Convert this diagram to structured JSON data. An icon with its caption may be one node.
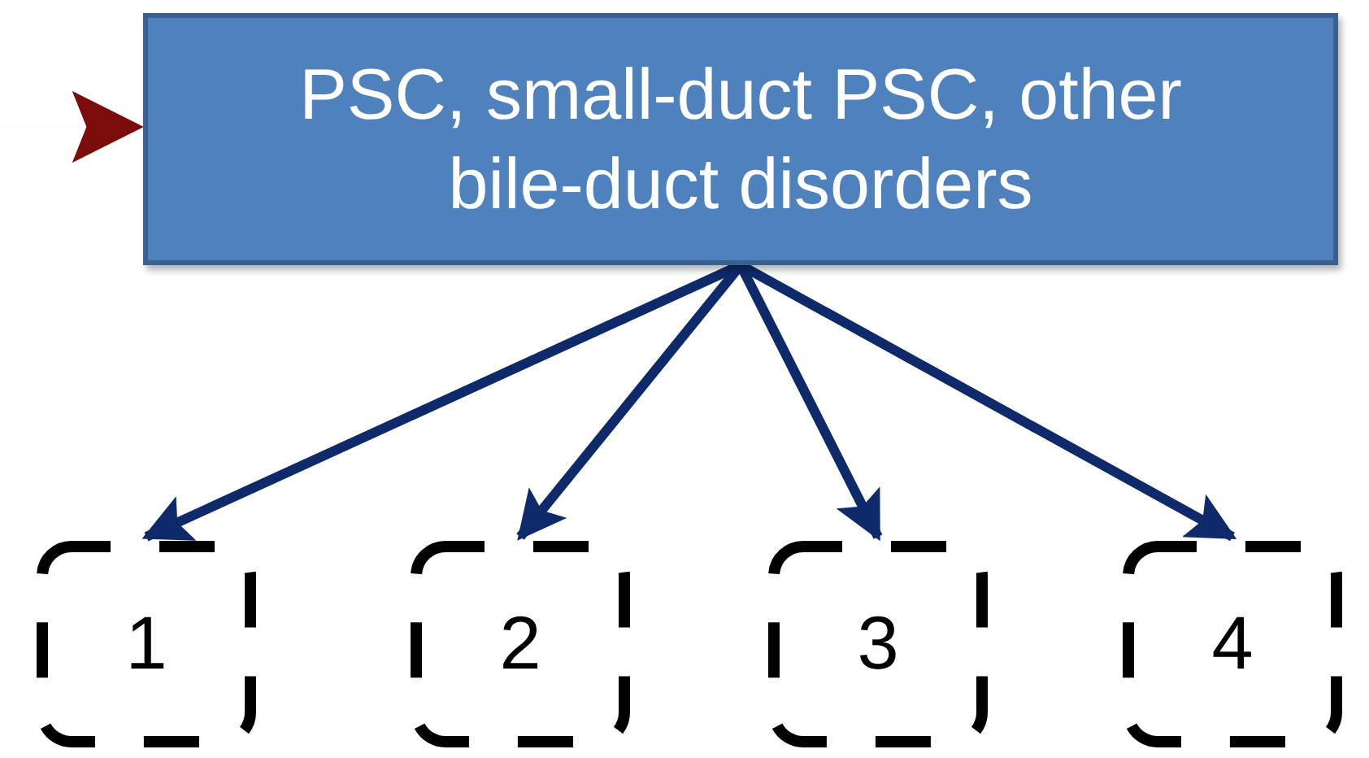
{
  "diagram": {
    "nodes": [
      {
        "text": [
          "PSC, small-duct PSC, other bile-duct disorders"
        ]
      },
      {
        "text": [
          "1"
        ]
      },
      {
        "text": [
          "2"
        ]
      },
      {
        "text": [
          "3"
        ]
      },
      {
        "text": [
          "4"
        ]
      }
    ],
    "edges": [
      {
        "from": null,
        "to": 0,
        "arrow": "to",
        "color": "#7b0c0c"
      },
      {
        "from": 0,
        "to": 1,
        "arrow": "to"
      },
      {
        "from": 0,
        "to": 2,
        "arrow": "to"
      },
      {
        "from": 0,
        "to": 3,
        "arrow": "to"
      },
      {
        "from": 0,
        "to": 4,
        "arrow": "to"
      }
    ]
  }
}
